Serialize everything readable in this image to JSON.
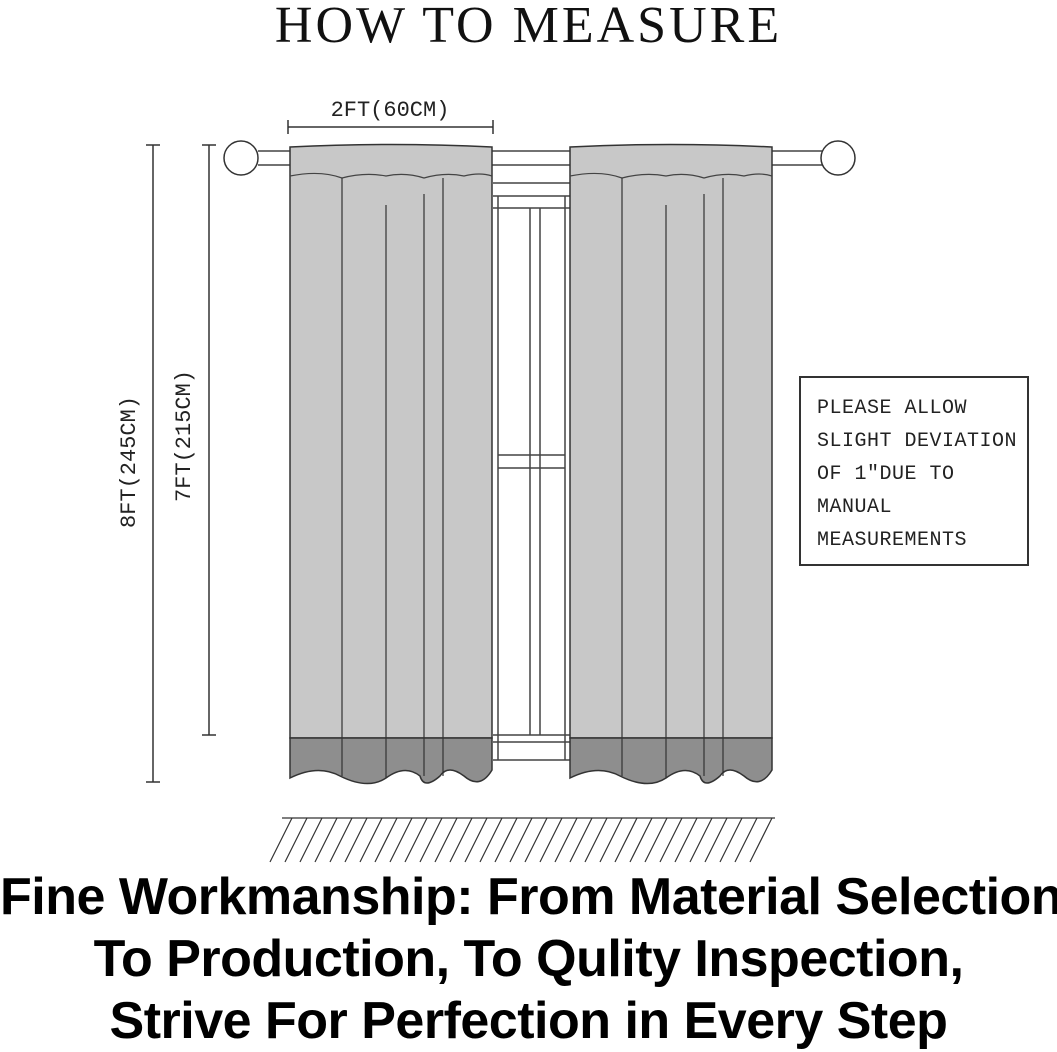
{
  "title": "HOW TO MEASURE",
  "dimensions": {
    "width_label": "2FT(60CM)",
    "outer_height_label": "8FT(245CM)",
    "inner_height_label": "7FT(215CM)"
  },
  "note": {
    "lines": [
      "PLEASE ALLOW",
      "SLIGHT DEVIATION",
      "OF 1″DUE TO",
      "MANUAL",
      "MEASUREMENTS"
    ]
  },
  "tagline": {
    "lines": [
      "Fine Workmanship: From Material Selection,",
      "To Production, To Qulity Inspection,",
      "Strive For Perfection in Every Step"
    ]
  },
  "colors": {
    "curtain": "#c8c8c8",
    "curtain_hem": "#8e8e8e",
    "line": "#333333"
  }
}
